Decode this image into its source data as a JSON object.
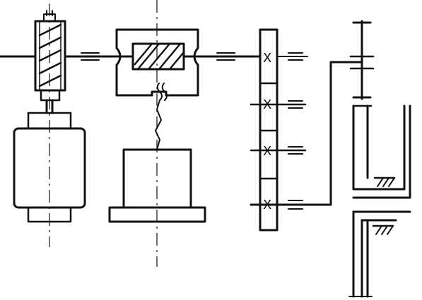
{
  "diagram": {
    "type": "mechanical transmission schematic (kinematic diagram)",
    "components": [
      "worm-gear-shaft",
      "motor-left",
      "clutch-housing",
      "motor-center",
      "gear-stack",
      "bevel-clutch-assembly",
      "ground-supports"
    ],
    "gear_marks": [
      "X",
      "X",
      "X",
      "X"
    ]
  }
}
